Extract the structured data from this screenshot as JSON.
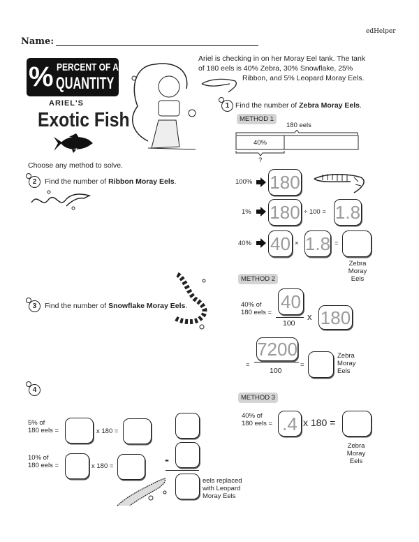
{
  "brand": "edHelper",
  "name_label": "Name:",
  "title": {
    "line1": "PERCENT OF A",
    "line2": "QUANTITY",
    "symbol": "%",
    "subtitle1": "ARIEL'S",
    "subtitle2": "Exotic Fish"
  },
  "intro": {
    "line1": "Ariel is checking in on her Moray Eel tank. The tank",
    "line2": "of 180 eels is 40% Zebra, 30% Snowflake, 25%",
    "line3": "Ribbon, and 5% Leopard Moray Eels."
  },
  "choose": "Choose any method to solve.",
  "q1": {
    "num": "1",
    "text": "Find the number of ",
    "bold": "Zebra Moray Eels",
    "end": "."
  },
  "q2": {
    "num": "2",
    "text": "Find the number of ",
    "bold": "Ribbon Moray Eels",
    "end": "."
  },
  "q3": {
    "num": "3",
    "text": "Find the number of ",
    "bold": "Snowflake Moray Eels",
    "end": "."
  },
  "q4": {
    "num": "4"
  },
  "method1": {
    "label": "METHOD 1",
    "total": "180 eels",
    "bar_part": "40%",
    "question": "?",
    "row1": {
      "pct": "100%",
      "box": "180"
    },
    "row2": {
      "pct": "1%",
      "box": "180",
      "op": "÷ 100 =",
      "result": "1.8"
    },
    "row3": {
      "pct": "40%",
      "box1": "40",
      "op": "×",
      "box2": "1.8",
      "eq": "="
    },
    "answer_label": [
      "Zebra",
      "Moray",
      "Eels"
    ]
  },
  "method2": {
    "label": "METHOD 2",
    "lhs1": "40% of",
    "lhs2": "180 eels =",
    "numerator": "40",
    "denominator": "100",
    "times": "x",
    "box": "180",
    "eq": "=",
    "num2": "7200",
    "den2": "100",
    "eq2": "=",
    "answer_label": [
      "Zebra",
      "Moray",
      "Eels"
    ]
  },
  "method3": {
    "label": "METHOD 3",
    "lhs1": "40% of",
    "lhs2": "180 eels =",
    "box": ".4",
    "op": "x 180 =",
    "answer_label": [
      "Zebra",
      "Moray",
      "Eels"
    ]
  },
  "q4_rows": {
    "r1a": "5% of",
    "r1b": "180 eels =",
    "r1op": "x 180 =",
    "r2a": "10% of",
    "r2b": "180 eels =",
    "r2op": "x 180 =",
    "minus": "-",
    "result_label": [
      "eels replaced",
      "with Leopard",
      "Moray Eels"
    ]
  }
}
